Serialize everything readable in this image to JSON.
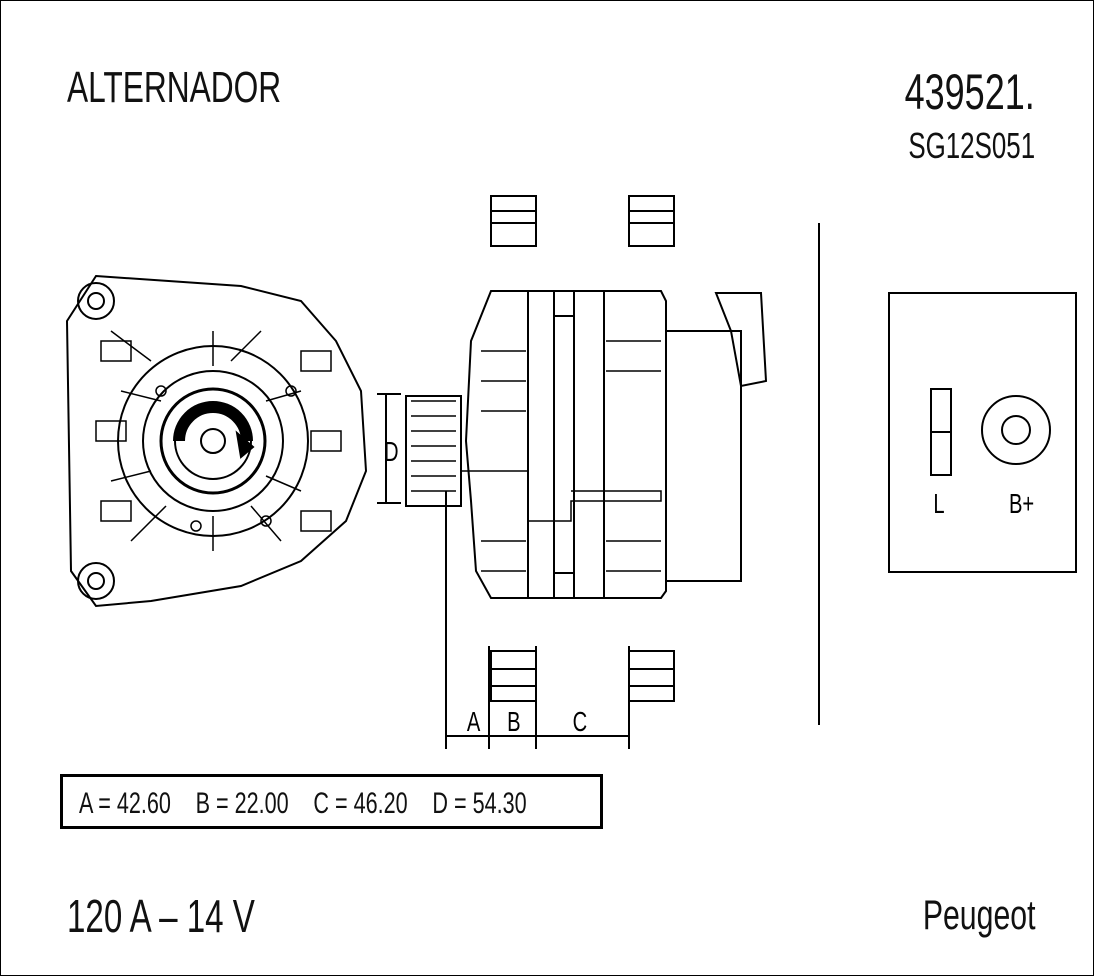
{
  "header": {
    "title": "ALTERNADOR",
    "part_number": "439521.",
    "reference": "SG12S051"
  },
  "dimensions": {
    "labels": {
      "A": "A",
      "B": "B",
      "C": "C",
      "D": "D"
    },
    "items": [
      {
        "text": "A = 42.60",
        "name": "A",
        "value": 42.6
      },
      {
        "text": "B = 22.00",
        "name": "B",
        "value": 22.0
      },
      {
        "text": "C = 46.20",
        "name": "C",
        "value": 46.2
      },
      {
        "text": "D = 54.30",
        "name": "D",
        "value": 54.3
      }
    ]
  },
  "connector": {
    "terminal_l": "L",
    "terminal_bplus": "B+"
  },
  "footer": {
    "rating": "120 A – 14 V",
    "brand": "Peugeot"
  }
}
